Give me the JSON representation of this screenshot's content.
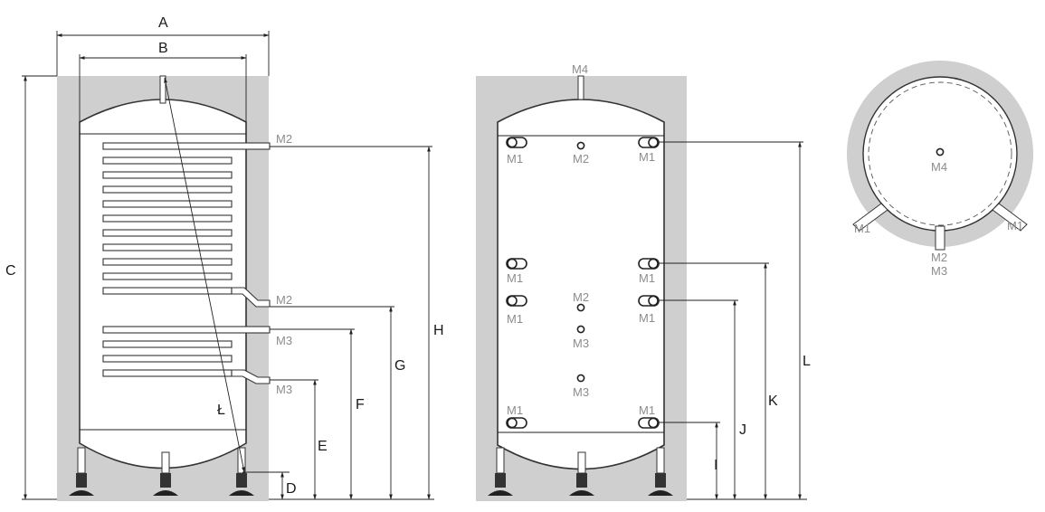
{
  "dimensions": {
    "A": "A",
    "B": "B",
    "C": "C",
    "D": "D",
    "E": "E",
    "F": "F",
    "G": "G",
    "H": "H",
    "I": "I",
    "J": "J",
    "K": "K",
    "L": "L",
    "LL": "Ł"
  },
  "connections": {
    "M1": "M1",
    "M2": "M2",
    "M3": "M3",
    "M4": "M4"
  },
  "colors": {
    "insulation": "#cfcfcf",
    "outline": "#333333",
    "connection_label": "#8c8c8c",
    "dimension_label": "#1a1a1a"
  }
}
